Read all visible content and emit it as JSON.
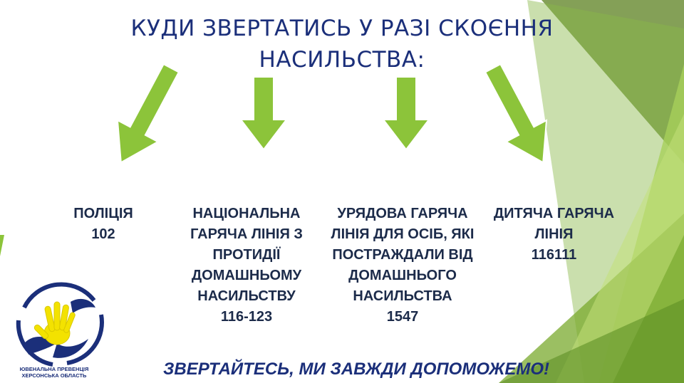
{
  "title": {
    "line1": "КУДИ ЗВЕРТАТИСЬ У РАЗІ СКОЄННЯ",
    "line2": "НАСИЛЬСТВА:"
  },
  "contacts": [
    {
      "name": "ПОЛІЦІЯ",
      "number": "102"
    },
    {
      "name": "НАЦІОНАЛЬНА ГАРЯЧА ЛІНІЯ З ПРОТИДІЇ ДОМАШНЬОМУ НАСИЛЬСТВУ",
      "number": "116-123"
    },
    {
      "name": "УРЯДОВА ГАРЯЧА ЛІНІЯ ДЛЯ ОСІБ, ЯКІ ПОСТРАЖДАЛИ ВІД ДОМАШНЬОГО НАСИЛЬСТВА",
      "number": "1547"
    },
    {
      "name": "ДИТЯЧА ГАРЯЧА ЛІНІЯ",
      "number": "116111"
    }
  ],
  "footer": "ЗВЕРТАЙТЕСЬ, МИ ЗАВЖДИ ДОПОМОЖЕМО!",
  "logo": {
    "line1": "ЮВЕНАЛЬНА ПРЕВЕНЦІЯ",
    "line2": "ХЕРСОНСЬКА ОБЛАСТЬ"
  },
  "colors": {
    "title": "#1b2f7a",
    "text": "#1c2b4a",
    "arrow": "#8cc43a",
    "accent_green": "#7ab534",
    "logo_blue": "#1b2f7a",
    "logo_yellow": "#f3e200"
  },
  "icons": [
    "arrow-down-icon",
    "hands-logo-icon"
  ]
}
